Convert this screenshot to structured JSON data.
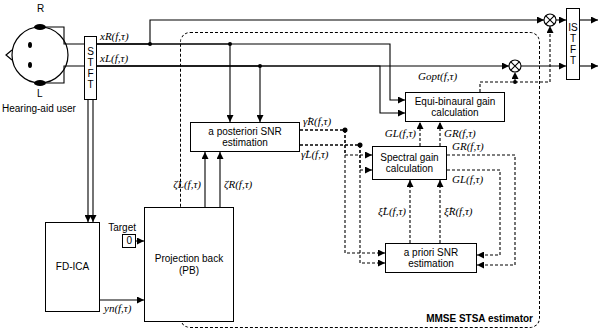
{
  "diagram": {
    "nodes": [
      {
        "text": [
          "STFT"
        ]
      },
      {
        "text": [
          "ISTFT"
        ]
      },
      {
        "text": [
          "MMSE STSA estimator"
        ]
      },
      {
        "text": [
          "a posteriori SNR estimation"
        ],
        "in": 2
      },
      {
        "text": [
          "Equi-binaural gain calculation"
        ],
        "in": 2
      },
      {
        "text": [
          "Spectral gain calculation"
        ],
        "in": 2
      },
      {
        "text": [
          "a priori SNR estimation"
        ],
        "in": 2
      },
      {
        "text": [
          "FD-ICA"
        ]
      },
      {
        "text": [
          "Target",
          "0"
        ]
      },
      {
        "text": [
          "Projection back (PB)"
        ]
      }
    ],
    "edges": [
      {
        "from": 0,
        "to": 7,
        "arrow": "to"
      },
      {
        "from": 0,
        "to": 7,
        "arrow": "to"
      },
      {
        "from": 0,
        "to": 3,
        "arrow": "to"
      },
      {
        "from": 0,
        "to": 3,
        "arrow": "to"
      },
      {
        "from": 0,
        "to": 4,
        "arrow": "to"
      },
      {
        "from": 0,
        "to": 4,
        "arrow": "to"
      },
      {
        "from": 8,
        "to": 9,
        "arrow": "to"
      },
      {
        "from": 7,
        "to": 9,
        "arrow": "to"
      },
      {
        "from": 9,
        "to": 3,
        "arrow": "to"
      },
      {
        "from": 9,
        "to": 3,
        "arrow": "to"
      },
      {
        "from": 3,
        "to": 5,
        "arrow": "to"
      },
      {
        "from": 3,
        "to": 5,
        "arrow": "to"
      },
      {
        "from": 3,
        "to": 6,
        "arrow": "to"
      },
      {
        "from": 3,
        "to": 6,
        "arrow": "to"
      },
      {
        "from": 6,
        "to": 5,
        "arrow": "to"
      },
      {
        "from": 6,
        "to": 5,
        "arrow": "to"
      },
      {
        "from": 5,
        "to": 4,
        "arrow": "to"
      },
      {
        "from": 5,
        "to": 4,
        "arrow": "to"
      },
      {
        "from": 5,
        "to": 6,
        "arrow": "to"
      },
      {
        "from": 5,
        "to": 6,
        "arrow": "to"
      }
    ],
    "labels": [
      "R",
      "L",
      "Hearing-aid user",
      "xR(f,τ)",
      "xL(f,τ)",
      "yn(f,τ)",
      "ζL(f,τ)",
      "ζR(f,τ)",
      "γ̂R(f,τ)",
      "γ̂L(f,τ)",
      "Gopt(f,τ)",
      "GL(f,τ)",
      "GR(f,τ)",
      "GR(f,τ)",
      "GL(f,τ)",
      "ξ̂L(f,τ)",
      "ξ̂R(f,τ)"
    ]
  }
}
